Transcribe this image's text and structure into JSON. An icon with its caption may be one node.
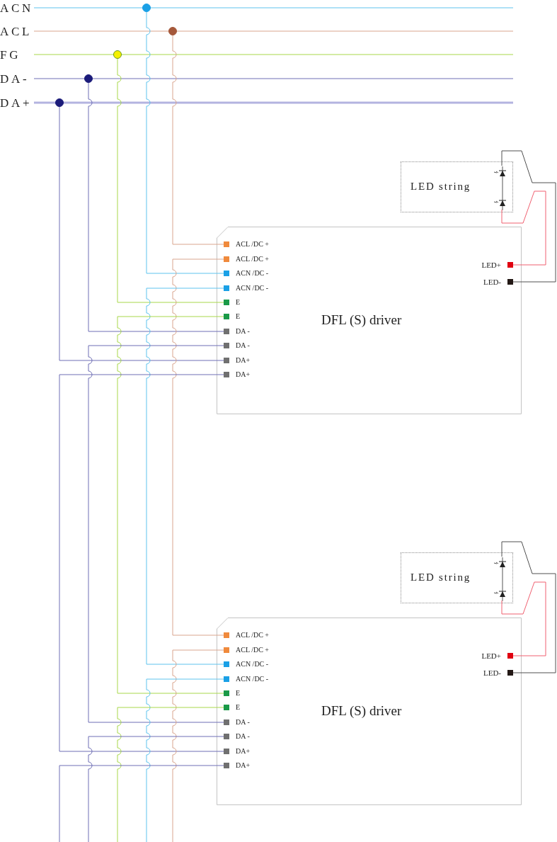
{
  "diagram": {
    "nodes": [
      {
        "text": [
          "ACN"
        ]
      },
      {
        "text": [
          "ACL"
        ]
      },
      {
        "text": [
          "FG"
        ]
      },
      {
        "text": [
          "DA-"
        ]
      },
      {
        "text": [
          "DA+"
        ]
      },
      {
        "text": [],
        "shape": "circle"
      },
      {
        "text": [],
        "shape": "circle"
      },
      {
        "text": [],
        "shape": "circle"
      },
      {
        "text": [],
        "shape": "circle"
      },
      {
        "text": [],
        "shape": "circle"
      },
      {
        "text": [
          "LED string"
        ]
      },
      {
        "text": [],
        "shape": "diode",
        "in": 10
      },
      {
        "text": [
          "DFL (S) driver"
        ]
      },
      {
        "text": [
          "ACL /DC +"
        ],
        "in": 12
      },
      {
        "text": [
          "ACL /DC +"
        ],
        "in": 12
      },
      {
        "text": [
          "ACN /DC -"
        ],
        "in": 12
      },
      {
        "text": [
          "ACN /DC -"
        ],
        "in": 12
      },
      {
        "text": [
          "E"
        ],
        "in": 12
      },
      {
        "text": [
          "E"
        ],
        "in": 12
      },
      {
        "text": [
          "DA -"
        ],
        "in": 12
      },
      {
        "text": [
          "DA -"
        ],
        "in": 12
      },
      {
        "text": [
          "DA+"
        ],
        "in": 12
      },
      {
        "text": [
          "DA+"
        ],
        "in": 12
      },
      {
        "text": [
          "LED+"
        ],
        "in": 12
      },
      {
        "text": [
          "LED-"
        ],
        "in": 12
      },
      {
        "text": [
          "LED string"
        ]
      },
      {
        "text": [],
        "shape": "diode",
        "in": 25
      },
      {
        "text": [
          "DFL (S) driver"
        ]
      },
      {
        "text": [
          "ACL /DC +"
        ],
        "in": 27
      },
      {
        "text": [
          "ACL /DC +"
        ],
        "in": 27
      },
      {
        "text": [
          "ACN /DC -"
        ],
        "in": 27
      },
      {
        "text": [
          "ACN /DC -"
        ],
        "in": 27
      },
      {
        "text": [
          "E"
        ],
        "in": 27
      },
      {
        "text": [
          "E"
        ],
        "in": 27
      },
      {
        "text": [
          "DA -"
        ],
        "in": 27
      },
      {
        "text": [
          "DA -"
        ],
        "in": 27
      },
      {
        "text": [
          "DA+"
        ],
        "in": 27
      },
      {
        "text": [
          "DA+"
        ],
        "in": 27
      },
      {
        "text": [
          "LED+"
        ],
        "in": 27
      },
      {
        "text": [
          "LED-"
        ],
        "in": 27
      }
    ],
    "edges": [
      {
        "from": 0,
        "to": null,
        "arrow": "none",
        "color": "#5ec3ee"
      },
      {
        "from": 1,
        "to": null,
        "arrow": "none",
        "color": "#d9a58e"
      },
      {
        "from": 2,
        "to": null,
        "arrow": "none",
        "color": "#a8d84a"
      },
      {
        "from": 3,
        "to": null,
        "arrow": "none",
        "color": "#6f6fb5"
      },
      {
        "from": 4,
        "to": null,
        "arrow": "none",
        "color": "#b3b3e0",
        "style": "thick"
      },
      {
        "from": 9,
        "to": 13,
        "arrow": "none",
        "color": "#d9a58e"
      },
      {
        "from": 8,
        "to": 15,
        "arrow": "none",
        "color": "#5ec3ee"
      },
      {
        "from": 7,
        "to": 17,
        "arrow": "none",
        "color": "#a8d84a"
      },
      {
        "from": 6,
        "to": 19,
        "arrow": "none",
        "color": "#6f6fb5"
      },
      {
        "from": 5,
        "to": 21,
        "arrow": "none",
        "color": "#6f6fb5"
      },
      {
        "from": 14,
        "to": 28,
        "arrow": "none",
        "color": "#d9a58e"
      },
      {
        "from": 16,
        "to": 30,
        "arrow": "none",
        "color": "#5ec3ee"
      },
      {
        "from": 18,
        "to": 32,
        "arrow": "none",
        "color": "#a8d84a"
      },
      {
        "from": 20,
        "to": 34,
        "arrow": "none",
        "color": "#6f6fb5"
      },
      {
        "from": 22,
        "to": 36,
        "arrow": "none",
        "color": "#6f6fb5"
      },
      {
        "from": 29,
        "to": null,
        "arrow": "none",
        "color": "#d9a58e"
      },
      {
        "from": 31,
        "to": null,
        "arrow": "none",
        "color": "#5ec3ee"
      },
      {
        "from": 33,
        "to": null,
        "arrow": "none",
        "color": "#a8d84a"
      },
      {
        "from": 35,
        "to": null,
        "arrow": "none",
        "color": "#6f6fb5"
      },
      {
        "from": 37,
        "to": null,
        "arrow": "none",
        "color": "#6f6fb5"
      },
      {
        "from": 23,
        "to": 11,
        "arrow": "none",
        "color": "#f06070"
      },
      {
        "from": 24,
        "to": 11,
        "arrow": "none",
        "color": "#505050"
      },
      {
        "from": 38,
        "to": 26,
        "arrow": "none",
        "color": "#f06070"
      },
      {
        "from": 39,
        "to": 26,
        "arrow": "none",
        "color": "#505050"
      }
    ]
  }
}
